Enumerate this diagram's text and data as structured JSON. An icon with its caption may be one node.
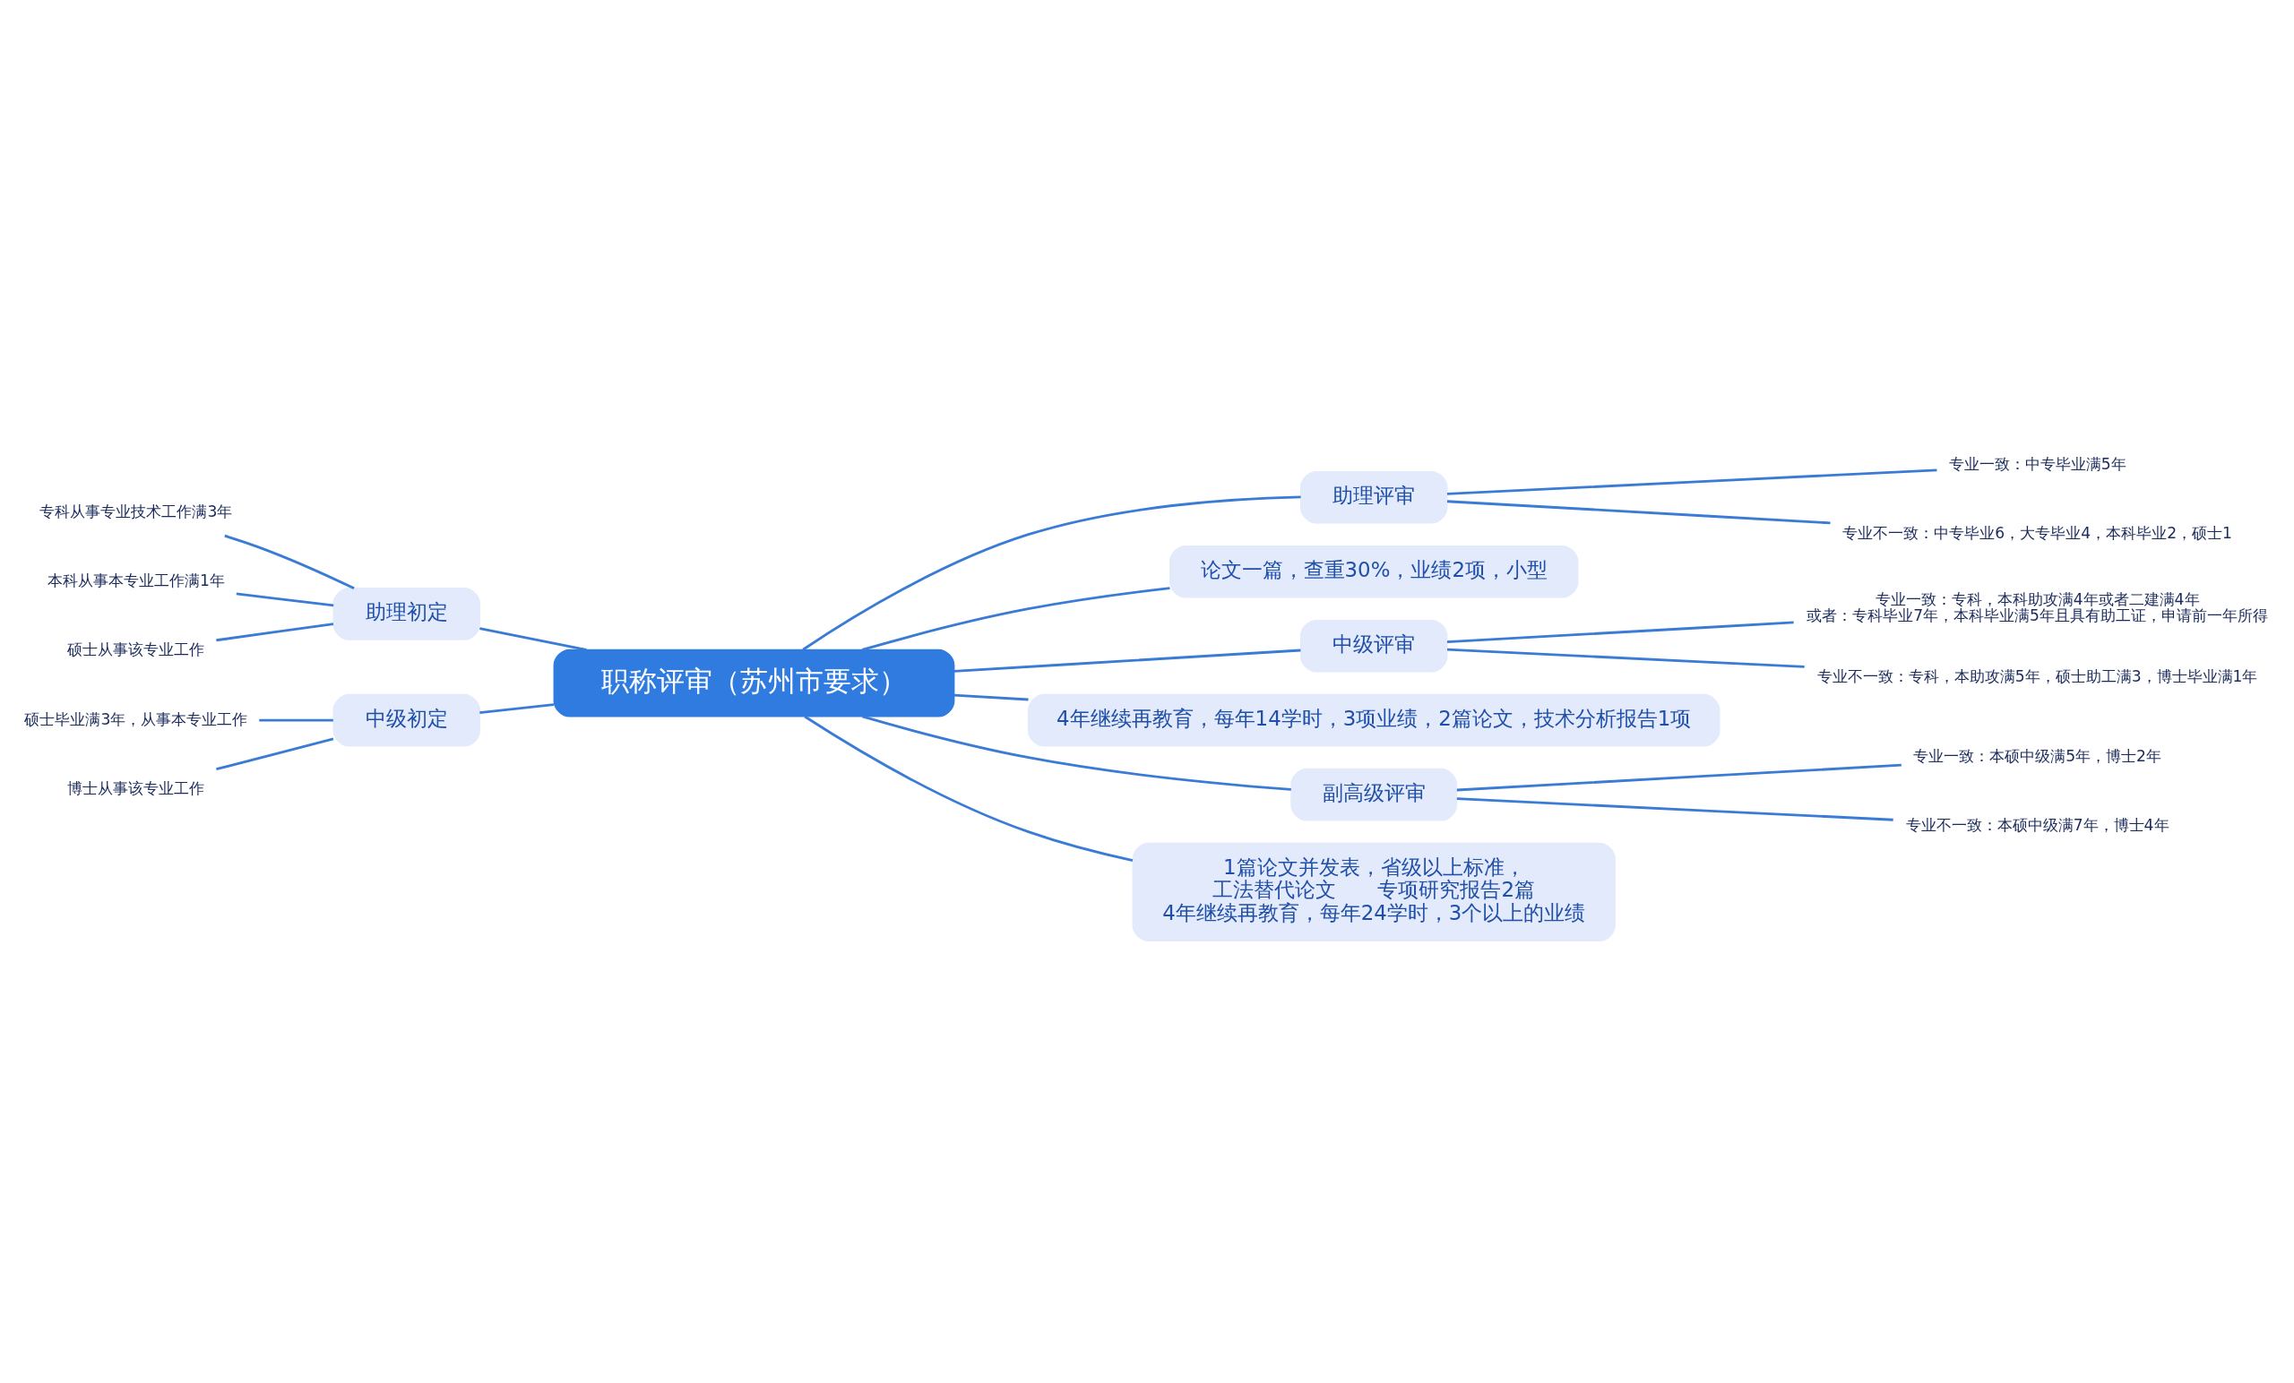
{
  "diagram": {
    "nodes": [
      {
        "text": [
          "职称评审（苏州市要求）"
        ]
      },
      {
        "text": [
          "助理评审"
        ]
      },
      {
        "text": [
          "专业一致：中专毕业满5年"
        ]
      },
      {
        "text": [
          "专业不一致：中专毕业6，大专毕业4，本科毕业2，硕士1"
        ]
      },
      {
        "text": [
          "论文一篇，查重30%，业绩2项，小型"
        ]
      },
      {
        "text": [
          "中级评审"
        ]
      },
      {
        "text": [
          "专业一致：专科，本科助攻满4年或者二建满4年",
          "或者：专科毕业7年，本科毕业满5年且具有助工证，申请前一年所得"
        ]
      },
      {
        "text": [
          "专业不一致：专科，本助攻满5年，硕士助工满3，博士毕业满1年"
        ]
      },
      {
        "text": [
          "4年继续再教育，每年14学时，3项业绩，2篇论文，技术分析报告1项"
        ]
      },
      {
        "text": [
          "副高级评审"
        ]
      },
      {
        "text": [
          "专业一致：本硕中级满5年，博士2年"
        ]
      },
      {
        "text": [
          "专业不一致：本硕中级满7年，博士4年"
        ]
      },
      {
        "text": [
          "1篇论文并发表，省级以上标准，",
          "工法替代论文　　专项研究报告2篇",
          "4年继续再教育，每年24学时，3个以上的业绩"
        ]
      },
      {
        "text": [
          "助理初定"
        ]
      },
      {
        "text": [
          "专科从事专业技术工作满3年"
        ]
      },
      {
        "text": [
          "本科从事本专业工作满1年"
        ]
      },
      {
        "text": [
          "硕士从事该专业工作"
        ]
      },
      {
        "text": [
          "中级初定"
        ]
      },
      {
        "text": [
          "硕士毕业满3年，从事本专业工作"
        ]
      },
      {
        "text": [
          "博士从事该专业工作"
        ]
      }
    ],
    "edges": [
      {
        "from": 0,
        "to": 1,
        "arrow": "none"
      },
      {
        "from": 1,
        "to": 2,
        "arrow": "none"
      },
      {
        "from": 1,
        "to": 3,
        "arrow": "none"
      },
      {
        "from": 0,
        "to": 4,
        "arrow": "none"
      },
      {
        "from": 0,
        "to": 5,
        "arrow": "none"
      },
      {
        "from": 5,
        "to": 6,
        "arrow": "none"
      },
      {
        "from": 5,
        "to": 7,
        "arrow": "none"
      },
      {
        "from": 0,
        "to": 8,
        "arrow": "none"
      },
      {
        "from": 0,
        "to": 9,
        "arrow": "none"
      },
      {
        "from": 9,
        "to": 10,
        "arrow": "none"
      },
      {
        "from": 9,
        "to": 11,
        "arrow": "none"
      },
      {
        "from": 0,
        "to": 12,
        "arrow": "none"
      },
      {
        "from": 13,
        "to": 0,
        "arrow": "none"
      },
      {
        "from": 14,
        "to": 13,
        "arrow": "none"
      },
      {
        "from": 15,
        "to": 13,
        "arrow": "none"
      },
      {
        "from": 16,
        "to": 13,
        "arrow": "none"
      },
      {
        "from": 17,
        "to": 0,
        "arrow": "none"
      },
      {
        "from": 18,
        "to": 17,
        "arrow": "none"
      },
      {
        "from": 19,
        "to": 17,
        "arrow": "none"
      }
    ]
  }
}
